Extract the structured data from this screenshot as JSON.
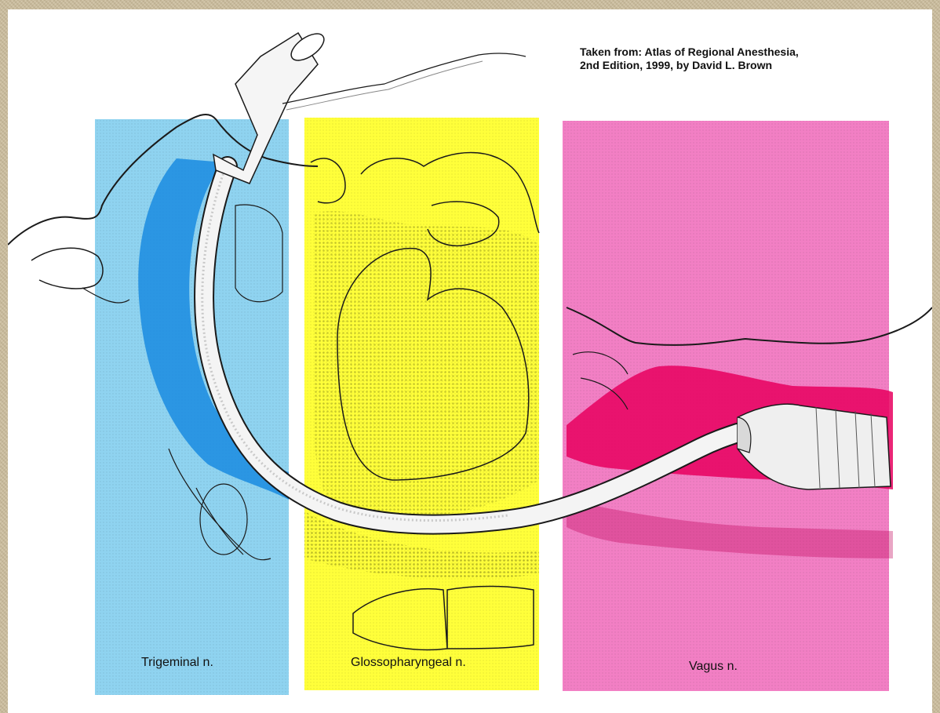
{
  "credit": {
    "line1": "Taken from: Atlas of Regional Anesthesia,",
    "line2": "2nd Edition, 1999, by David L. Brown"
  },
  "panels": [
    {
      "label": "Trigeminal n.",
      "color": "#8fd3f0",
      "shade": "#1a8be0"
    },
    {
      "label": "Glossopharyngeal n.",
      "color": "#ffff3a",
      "shade": "#c9c21e"
    },
    {
      "label": "Vagus n.",
      "color": "#f27fc4",
      "shade": "#e8005f"
    }
  ],
  "colors": {
    "background": "#cbbd9d",
    "canvas": "#ffffff",
    "outline": "#1a1a1a"
  }
}
